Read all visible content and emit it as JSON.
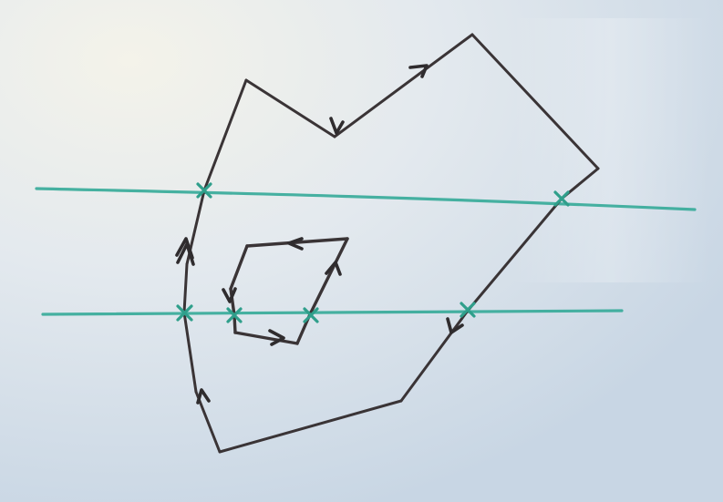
{
  "whiteboard": {
    "background_colors": {
      "top_left": "#eef0e9",
      "center": "#e2e8ef",
      "right": "#d5e3f2",
      "bottom": "#c9d6e3"
    },
    "marker_colors": {
      "black": "#2f2c2e",
      "teal": "#33aa96"
    }
  },
  "diagram": {
    "outer_polygon": {
      "winding": "clockwise",
      "stroke": "#3a3436"
    },
    "inner_polygon": {
      "winding": "counterclockwise",
      "stroke": "#3a3436"
    },
    "scan_lines": {
      "count": 2,
      "stroke": "#33aa96"
    },
    "intersections": {
      "marker": "x",
      "upper_line_count": 2,
      "lower_line_count": 4,
      "color": "#2f9f8b"
    }
  }
}
